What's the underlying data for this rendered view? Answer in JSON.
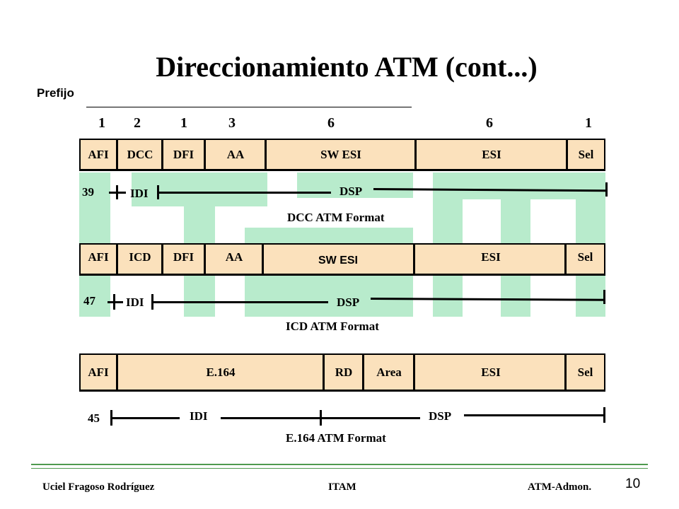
{
  "title": "Direccionamiento ATM (cont...)",
  "prefix_label": "Prefijo",
  "byte_counts": [
    "1",
    "2",
    "1",
    "3",
    "6",
    "6",
    "1"
  ],
  "dcc": {
    "fields": [
      "AFI",
      "DCC",
      "DFI",
      "AA",
      "SW ESI",
      "ESI",
      "Sel"
    ],
    "afi_value": "39",
    "idi_label": "IDI",
    "dsp_label": "DSP",
    "format_label": "DCC ATM Format"
  },
  "icd": {
    "fields": [
      "AFI",
      "ICD",
      "DFI",
      "AA",
      "SW ESI",
      "ESI",
      "Sel"
    ],
    "afi_value": "47",
    "idi_label": "IDI",
    "dsp_label": "DSP",
    "format_label": "ICD ATM Format"
  },
  "e164": {
    "fields": [
      "AFI",
      "E.164",
      "RD",
      "Area",
      "ESI",
      "Sel"
    ],
    "afi_value": "45",
    "idi_label": "IDI",
    "dsp_label": "DSP",
    "format_label": "E.164 ATM Format"
  },
  "footer": {
    "author": "Uciel Fragoso Rodríguez",
    "institution": "ITAM",
    "course": "ATM-Admon.",
    "page_number": "10"
  },
  "colors": {
    "field_fill": "#fbe1bc",
    "green_band": "#b8ebcc",
    "footer_rule": "#4f9a4f"
  }
}
